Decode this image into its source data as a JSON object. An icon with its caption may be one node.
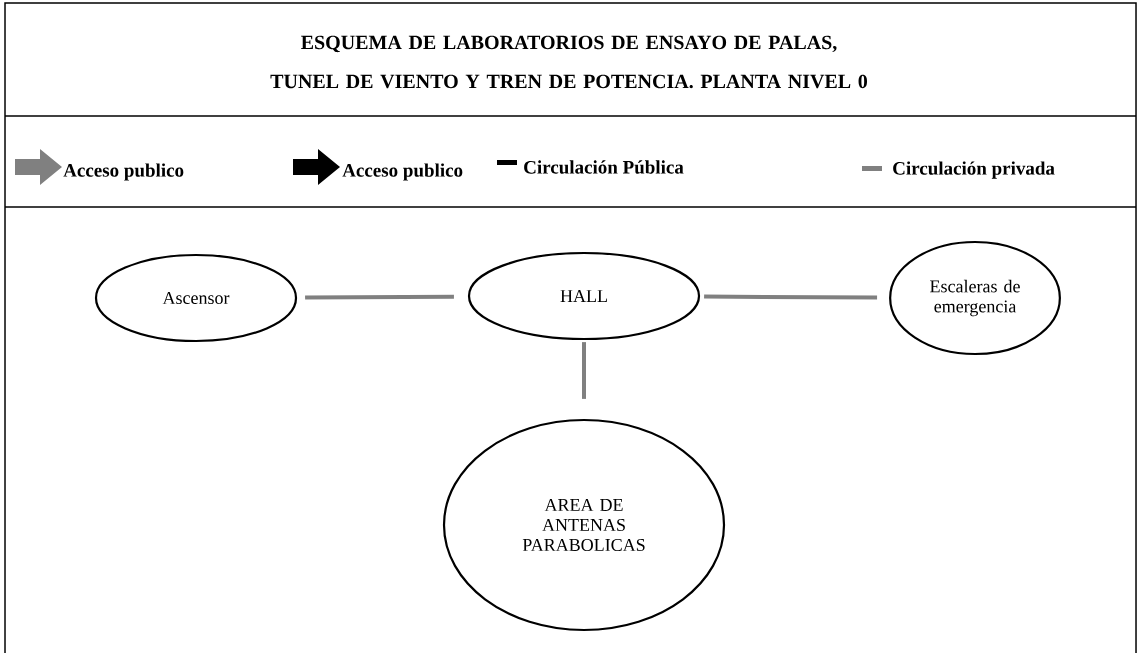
{
  "diagram": {
    "title": "ESQUEMA DE LABORATORIOS DE ENSAYO DE PALAS, TUNEL DE VIENTO Y TREN DE POTENCIA. PLANTA NIVEL 0",
    "nodes": [
      {
        "text": [
          "Ascensor"
        ]
      },
      {
        "text": [
          "HALL"
        ]
      },
      {
        "text": [
          "Escaleras de emergencia"
        ]
      },
      {
        "text": [
          "AREA DE ANTENAS PARABOLICAS"
        ]
      }
    ],
    "edges": [
      {
        "from": 0,
        "to": 1,
        "arrow": "none"
      },
      {
        "from": 1,
        "to": 2,
        "arrow": "none"
      },
      {
        "from": 1,
        "to": 3,
        "arrow": "none"
      }
    ],
    "legend": [
      {
        "text": "Acceso publico"
      },
      {
        "text": "Acceso publico"
      },
      {
        "text": "Circulación Pública"
      },
      {
        "text": "Circulación privada"
      }
    ]
  }
}
